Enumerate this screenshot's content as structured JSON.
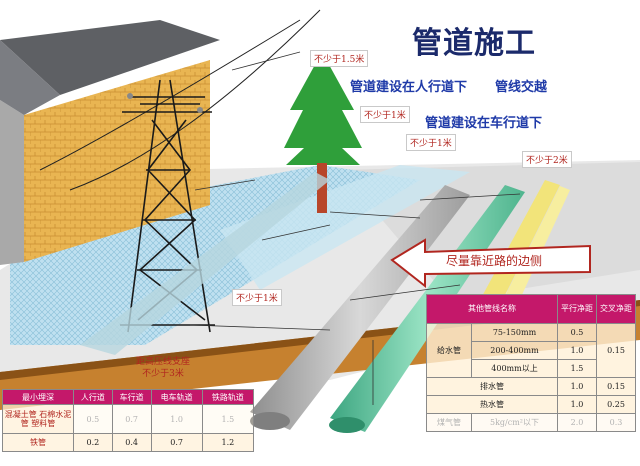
{
  "title": "管道施工",
  "labels": {
    "sidewalk": "管道建设在人行道下",
    "crossing": "管线交越",
    "roadway": "管道建设在车行道下",
    "close_to_road": "尽量靠近路的边侧"
  },
  "callouts": {
    "c1_5m": "不少于1.5米",
    "c1m_a": "不少于1米",
    "c1m_b": "不少于1米",
    "c2m": "不少于2米",
    "c1m_c": "不少于1米",
    "tower_line1": "距高压线支座",
    "tower_line2": "不少于3米"
  },
  "depth_table": {
    "headers": [
      "最小埋深",
      "人行道",
      "车行道",
      "电车轨道",
      "铁路轨道"
    ],
    "rows": [
      {
        "name": "混凝土管 石棉水泥管 塑料管",
        "values": [
          "0.5",
          "0.7",
          "1.0",
          "1.5"
        ]
      },
      {
        "name": "铁管",
        "values": [
          "0.2",
          "0.4",
          "0.7",
          "1.2"
        ]
      }
    ]
  },
  "spacing_table": {
    "headers": [
      "其他管线名称",
      "平行净距",
      "交叉净距"
    ],
    "water_supply": "给水管",
    "water_rows": [
      {
        "range": "75-150mm",
        "parallel": "0.5"
      },
      {
        "range": "200-400mm",
        "parallel": "1.0"
      },
      {
        "range": "400mm以上",
        "parallel": "1.5"
      }
    ],
    "water_cross": "0.15",
    "drain": {
      "name": "排水管",
      "parallel": "1.0",
      "cross": "0.15"
    },
    "heat": {
      "name": "热水管",
      "parallel": "1.0",
      "cross": "0.25"
    },
    "gas": {
      "name": "煤气管",
      "range": "5kg/cm²以下",
      "parallel": "2.0",
      "cross": "0.3"
    }
  },
  "colors": {
    "title": "#1b2a6b",
    "blue_text": "#1f3aa8",
    "callout_text": "#b1261f",
    "header_magenta": "#c4186a",
    "gray_pipe": "#b9b9b9",
    "green_pipe": "#67c6a2",
    "yellow_pipe": "#f2e47a"
  }
}
